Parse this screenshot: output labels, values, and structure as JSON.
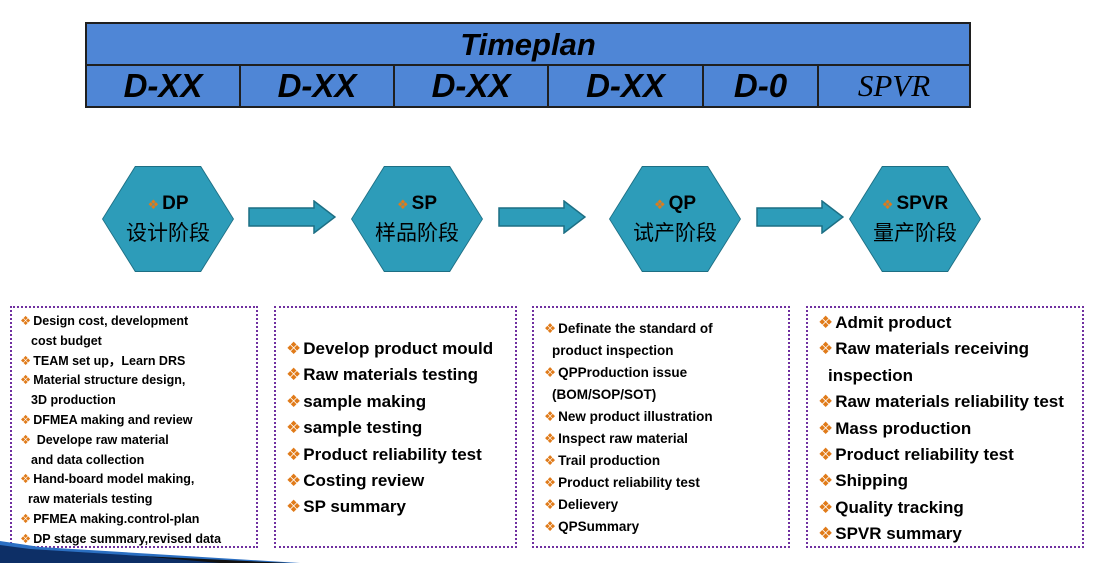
{
  "timeplan": {
    "title": "Timeplan",
    "cells": [
      "D-XX",
      "D-XX",
      "D-XX",
      "D-XX",
      "D-0",
      "SPVR"
    ]
  },
  "phases": [
    {
      "code": "DP",
      "name": "设计阶段"
    },
    {
      "code": "SP",
      "name": "样品阶段"
    },
    {
      "code": "QP",
      "name": "试产阶段"
    },
    {
      "code": "SPVR",
      "name": "量产阶段"
    }
  ],
  "bullet_glyph": "❖",
  "boxes": {
    "dp": [
      "Design cost, development",
      "  cost budget",
      "TEAM set up，Learn DRS",
      "Material structure design,",
      "  3D production",
      "DFMEA making and review",
      " Develope raw material",
      "  and data collection",
      "Hand-board model making,",
      " raw materials testing",
      "PFMEA making.control-plan",
      "DP stage summary,revised data"
    ],
    "sp": [
      "Develop product mould",
      "Raw materials testing",
      "sample making",
      "sample testing",
      "Product reliability test",
      "Costing review",
      "SP summary"
    ],
    "qp": [
      "Definate the standard of",
      " product inspection",
      "QPProduction issue",
      " (BOM/SOP/SOT)",
      "New product  illustration",
      "Inspect raw material",
      "Trail production",
      "Product reliability test",
      "Delievery",
      "QPSummary"
    ],
    "spvr": [
      "Admit product",
      "Raw materials receiving",
      " inspection",
      "Raw materials reliability test",
      "Mass production",
      "Product reliability test",
      "Shipping",
      "Quality tracking",
      "SPVR summary"
    ]
  },
  "colors": {
    "table_fill": "#4f86d6",
    "hexagon_fill": "#2d9cb9",
    "arrow_fill": "#2d9cb9",
    "box_border": "#7030a0",
    "bullet": "#e07b1a"
  }
}
